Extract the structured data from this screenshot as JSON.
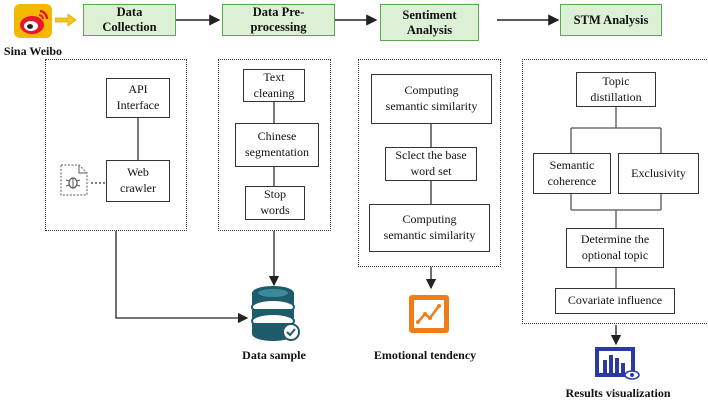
{
  "source": {
    "label": "Sina Weibo"
  },
  "stages": {
    "collection": "Data\nCollection",
    "preprocessing": "Data Pre-\nprocessing",
    "sentiment": "Sentiment\nAnalysis",
    "stm": "STM Analysis"
  },
  "collection": {
    "api": "API\nInterface",
    "crawler": "Web\ncrawler"
  },
  "preprocessing": {
    "cleaning": "Text\ncleaning",
    "segmentation": "Chinese\nsegmentation",
    "stopwords": "Stop\nwords"
  },
  "sentiment": {
    "similarity1": "Computing\nsemantic similarity",
    "baseword": "Sclect the base\nword set",
    "similarity2": "Computing\nsemantic similarity"
  },
  "stm": {
    "distill": "Topic\ndistillation",
    "coherence": "Semantic\ncoherence",
    "exclusivity": "Exclusivity",
    "determine": "Determine the\noptional topic",
    "covariate": "Covariate influence"
  },
  "outputs": {
    "sample": "Data sample",
    "tendency": "Emotional tendency",
    "visualization": "Results visualization"
  },
  "colors": {
    "stage_fill": "#dcf0d6",
    "stage_border": "#5aa84f",
    "weibo_red": "#e6162d",
    "weibo_yellow": "#f5b800",
    "tendency_orange": "#f07c1a",
    "viz_blue": "#2b3aa0",
    "db_teal": "#1f5c6b"
  }
}
